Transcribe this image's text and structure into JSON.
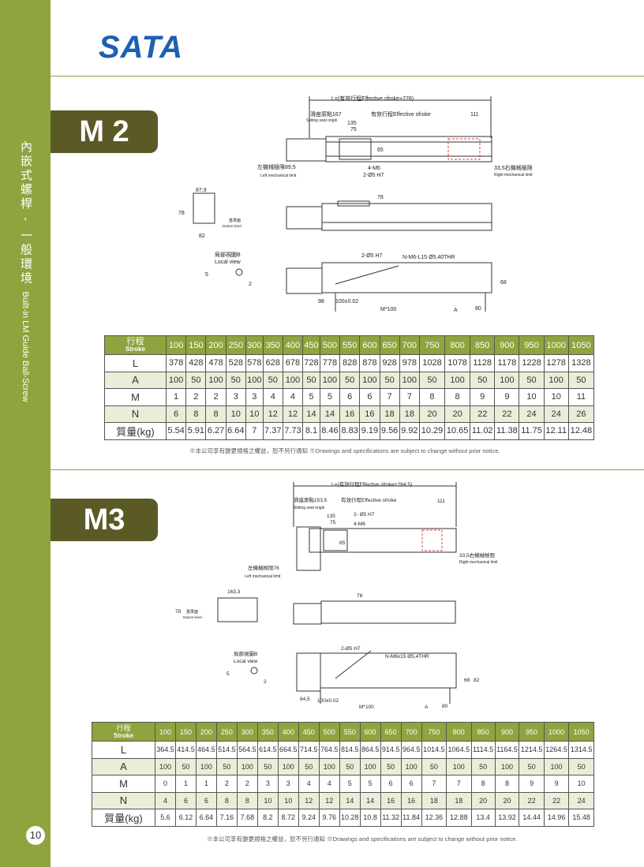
{
  "brand": "SATA",
  "sidebar": {
    "title_zh": "內嵌式螺桿 - 一般環境",
    "title_en": "Built-in LM Guide  Ball-Screw"
  },
  "page_number": "10",
  "note": "※本公司享有變更規格之權益，恕不另行通知 ※Drawings and specifications are subject to change without prior notice.",
  "m2": {
    "tab": "M 2",
    "drawing": {
      "L": "L=(有效行程Effective sfroke+278)",
      "origin": "滑座原點167",
      "origin_en": "Sliding seat origin",
      "stroke": "有效行程Effective sfroke",
      "d111": "111",
      "d135": "135",
      "d75": "75",
      "d65": "65",
      "left_limit": "左機械極限89,5",
      "left_limit_en": "Left mechanical limit",
      "m6": "4-M6",
      "pin": "2-Ø5 H7",
      "right_limit": "33,5右機械極限",
      "right_limit_en": "Right mechanical limit",
      "w879": "87,9",
      "h78": "78",
      "w82": "82",
      "datum": "基準面",
      "datum_en": "Datum level",
      "top78": "78",
      "local": "局部視圖B",
      "local_en": "Local view",
      "d5": "5",
      "d2": "2",
      "pin2": "2-Ø5 H7",
      "nhole": "N-M6-L15 Ø5,40THR",
      "d68": "68",
      "d98": "98",
      "d100": "100±0.02",
      "m100": "M*100",
      "a": "A",
      "d80": "80"
    },
    "table": {
      "header_zh": "行程",
      "header_en": "Stroke",
      "strokes": [
        "100",
        "150",
        "200",
        "250",
        "300",
        "350",
        "400",
        "450",
        "500",
        "550",
        "600",
        "650",
        "700",
        "750",
        "800",
        "850",
        "900",
        "950",
        "1000",
        "1050"
      ],
      "rows": [
        {
          "label": "L",
          "values": [
            "378",
            "428",
            "478",
            "528",
            "578",
            "628",
            "678",
            "728",
            "778",
            "828",
            "878",
            "928",
            "978",
            "1028",
            "1078",
            "1128",
            "1178",
            "1228",
            "1278",
            "1328"
          ]
        },
        {
          "label": "A",
          "values": [
            "100",
            "50",
            "100",
            "50",
            "100",
            "50",
            "100",
            "50",
            "100",
            "50",
            "100",
            "50",
            "100",
            "50",
            "100",
            "50",
            "100",
            "50",
            "100",
            "50"
          ]
        },
        {
          "label": "M",
          "values": [
            "1",
            "2",
            "2",
            "3",
            "3",
            "4",
            "4",
            "5",
            "5",
            "6",
            "6",
            "7",
            "7",
            "8",
            "8",
            "9",
            "9",
            "10",
            "10",
            "11"
          ]
        },
        {
          "label": "N",
          "values": [
            "6",
            "8",
            "8",
            "10",
            "10",
            "12",
            "12",
            "14",
            "14",
            "16",
            "16",
            "18",
            "18",
            "20",
            "20",
            "22",
            "22",
            "24",
            "24",
            "26"
          ]
        },
        {
          "label": "質量(kg)",
          "values": [
            "5.54",
            "5.91",
            "6.27",
            "6.64",
            "7",
            "7.37",
            "7.73",
            "8.1",
            "8.46",
            "8.83",
            "9.19",
            "9.56",
            "9.92",
            "10.29",
            "10.65",
            "11.02",
            "11.38",
            "11.75",
            "12.11",
            "12.48"
          ]
        }
      ]
    }
  },
  "m3": {
    "tab": "M3",
    "drawing": {
      "L": "L=(有效行程Effective sfroke+264.5)",
      "origin": "滑座原點153,5",
      "origin_en": "Sliding seat origin",
      "stroke": "有效行程Effective sfroke",
      "d111": "111",
      "d135": "135",
      "d75": "75",
      "pin": "2- Ø5 H7",
      "m6": "4-M6",
      "d65": "65",
      "right_limit": "33,5右機械極限",
      "right_limit_en": "Right mechanical limit",
      "left_limit": "左機械極限76",
      "left_limit_en": "Left mechanical limit",
      "w163": "163,3",
      "h78": "78",
      "datum": "基準面",
      "datum_en": "Datum level",
      "top78": "78",
      "local": "局部視圖B",
      "local_en": "Local view",
      "d5": "5",
      "d2": "2",
      "pin2": "2-Ø5 H7",
      "nhole": "N-M6x15   Ø5,4THR",
      "d68": "68",
      "d82": "82",
      "d845": "84,5",
      "d100": "100±0.02",
      "m100": "M*100",
      "a": "A",
      "d80": "80"
    },
    "table": {
      "header_zh": "行程",
      "header_en": "Stroke",
      "strokes": [
        "100",
        "150",
        "200",
        "250",
        "300",
        "350",
        "400",
        "450",
        "500",
        "550",
        "600",
        "650",
        "700",
        "750",
        "800",
        "850",
        "900",
        "950",
        "1000",
        "1050"
      ],
      "rows": [
        {
          "label": "L",
          "values": [
            "364.5",
            "414.5",
            "464.5",
            "514.5",
            "564.5",
            "614.5",
            "664.5",
            "714.5",
            "764.5",
            "814.5",
            "864.5",
            "914.5",
            "964.5",
            "1014.5",
            "1064.5",
            "1114.5",
            "1164.5",
            "1214.5",
            "1264.5",
            "1314.5"
          ]
        },
        {
          "label": "A",
          "values": [
            "100",
            "50",
            "100",
            "50",
            "100",
            "50",
            "100",
            "50",
            "100",
            "50",
            "100",
            "50",
            "100",
            "50",
            "100",
            "50",
            "100",
            "50",
            "100",
            "50"
          ]
        },
        {
          "label": "M",
          "values": [
            "0",
            "1",
            "1",
            "2",
            "2",
            "3",
            "3",
            "4",
            "4",
            "5",
            "5",
            "6",
            "6",
            "7",
            "7",
            "8",
            "8",
            "9",
            "9",
            "10"
          ]
        },
        {
          "label": "N",
          "values": [
            "4",
            "6",
            "6",
            "8",
            "8",
            "10",
            "10",
            "12",
            "12",
            "14",
            "14",
            "16",
            "16",
            "18",
            "18",
            "20",
            "20",
            "22",
            "22",
            "24"
          ]
        },
        {
          "label": "質量(kg)",
          "values": [
            "5.6",
            "6.12",
            "6.64",
            "7.16",
            "7.68",
            "8.2",
            "8.72",
            "9.24",
            "9.76",
            "10.28",
            "10.8",
            "11.32",
            "11.84",
            "12.36",
            "12.88",
            "13.4",
            "13.92",
            "14.44",
            "14.96",
            "15.48"
          ]
        }
      ]
    }
  }
}
